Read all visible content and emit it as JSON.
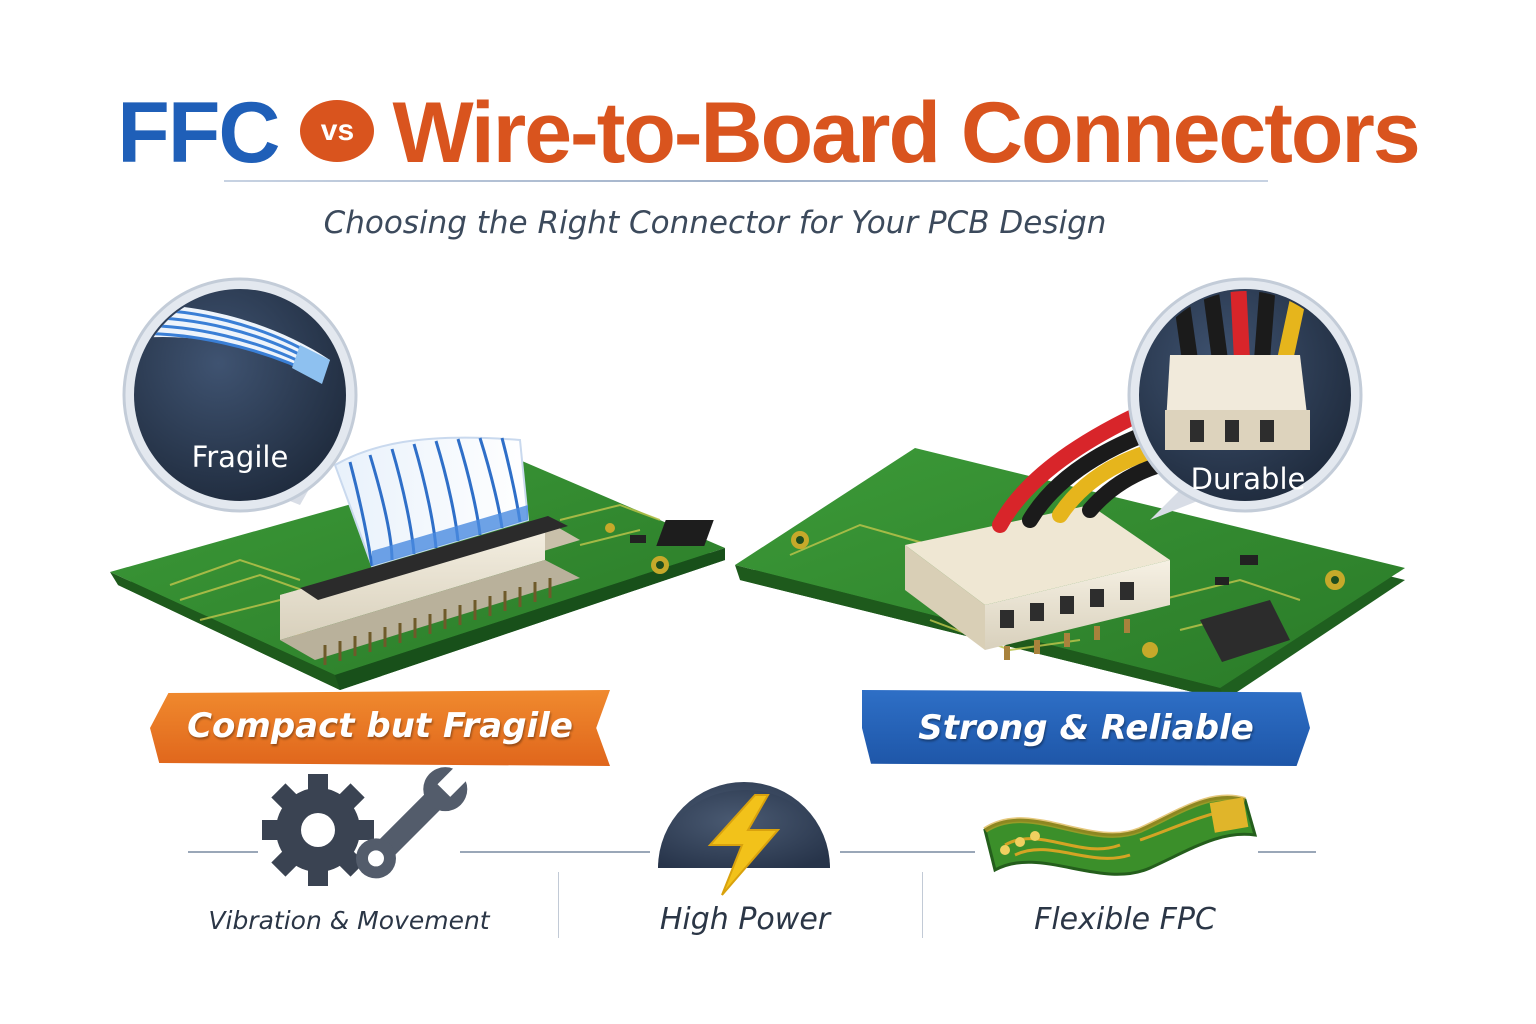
{
  "title": {
    "left": "FFC",
    "vs": "vs",
    "right": "Wire-to-Board Connectors"
  },
  "subtitle": "Choosing the Right Connector for Your PCB Design",
  "left_panel": {
    "bubble_label": "Fragile",
    "banner": "Compact but Fragile"
  },
  "right_panel": {
    "bubble_label": "Durable",
    "banner": "Strong & Reliable"
  },
  "features": [
    {
      "label": "Vibration & Movement",
      "icon": "gear-wrench-icon"
    },
    {
      "label": "High Power",
      "icon": "lightning-bolt-icon"
    },
    {
      "label": "Flexible FPC",
      "icon": "flexible-pcb-icon"
    }
  ],
  "colors": {
    "ffc_blue": "#1f5fb8",
    "wtb_orange": "#d9541e",
    "pcb_green": "#2f8a2e",
    "banner_orange": "#e8731f",
    "banner_blue": "#2463b8",
    "bubble_navy": "#2f3e55"
  }
}
